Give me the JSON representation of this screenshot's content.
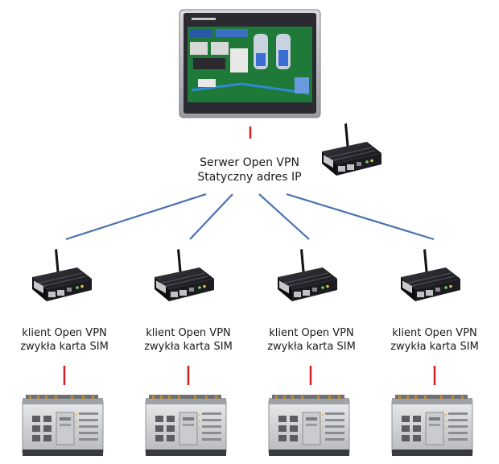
{
  "server": {
    "line1": "Serwer Open VPN",
    "line2": "Statyczny adres IP"
  },
  "clients": [
    {
      "line1": "klient Open VPN",
      "line2": "zwykła karta SIM"
    },
    {
      "line1": "klient Open VPN",
      "line2": "zwykła karta SIM"
    },
    {
      "line1": "klient Open VPN",
      "line2": "zwykła karta SIM"
    },
    {
      "line1": "klient Open VPN",
      "line2": "zwykła karta SIM"
    }
  ],
  "colors": {
    "network_line": "#4a72b0",
    "link_line": "#d11f26",
    "router_body": "#1f1f24",
    "hmi_frame": "#b9b9bf",
    "hmi_screen": "#1f7a3a",
    "plc_body": "#d7d8da"
  },
  "icons": {
    "panel": "hmi-touch-panel-icon",
    "router": "gsm-router-icon",
    "plc": "plc-controller-icon"
  }
}
